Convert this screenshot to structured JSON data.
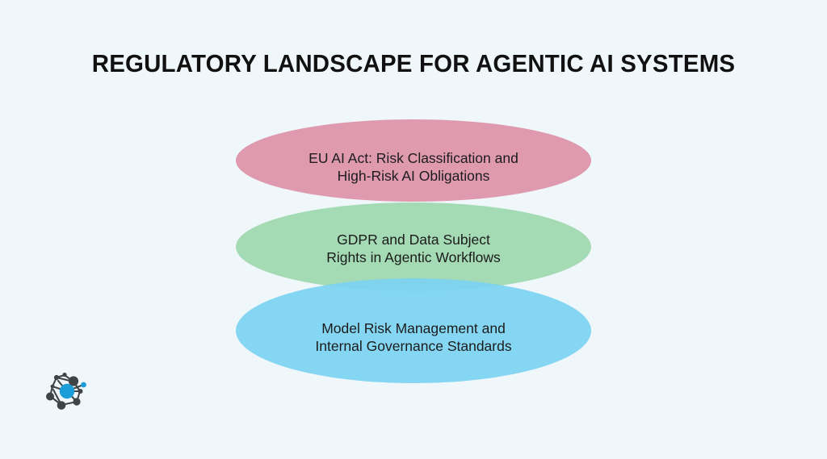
{
  "slide": {
    "title": "REGULATORY LANDSCAPE FOR AGENTIC AI SYSTEMS",
    "background_color": "#eff7fa",
    "title_color": "#111111"
  },
  "diagram": {
    "type": "stacked-ellipses",
    "layers": [
      {
        "id": "eu-ai-act",
        "label": "EU AI Act: Risk Classification and\nHigh-Risk AI Obligations",
        "line1": "EU AI Act: Risk Classification and",
        "line2": "High-Risk AI Obligations",
        "color": "#ed97ac",
        "order": 1
      },
      {
        "id": "gdpr-data-subject-rights",
        "label": "GDPR and Data Subject\nRights in Agentic Workflows",
        "line1": "GDPR and Data Subject",
        "line2": "Rights in Agentic Workflows",
        "color": "#a8deb2",
        "order": 2
      },
      {
        "id": "model-risk-management",
        "label": "Model Risk Management and\nInternal Governance Standards",
        "line1": "Model Risk Management and",
        "line2": "Internal Governance Standards",
        "color": "#84daf7",
        "order": 3
      }
    ],
    "text_color": "#1c1c1c"
  },
  "logo": {
    "name": "network-nodes-logo",
    "node_color": "#3f4447",
    "accent_color": "#1b9dd9"
  }
}
